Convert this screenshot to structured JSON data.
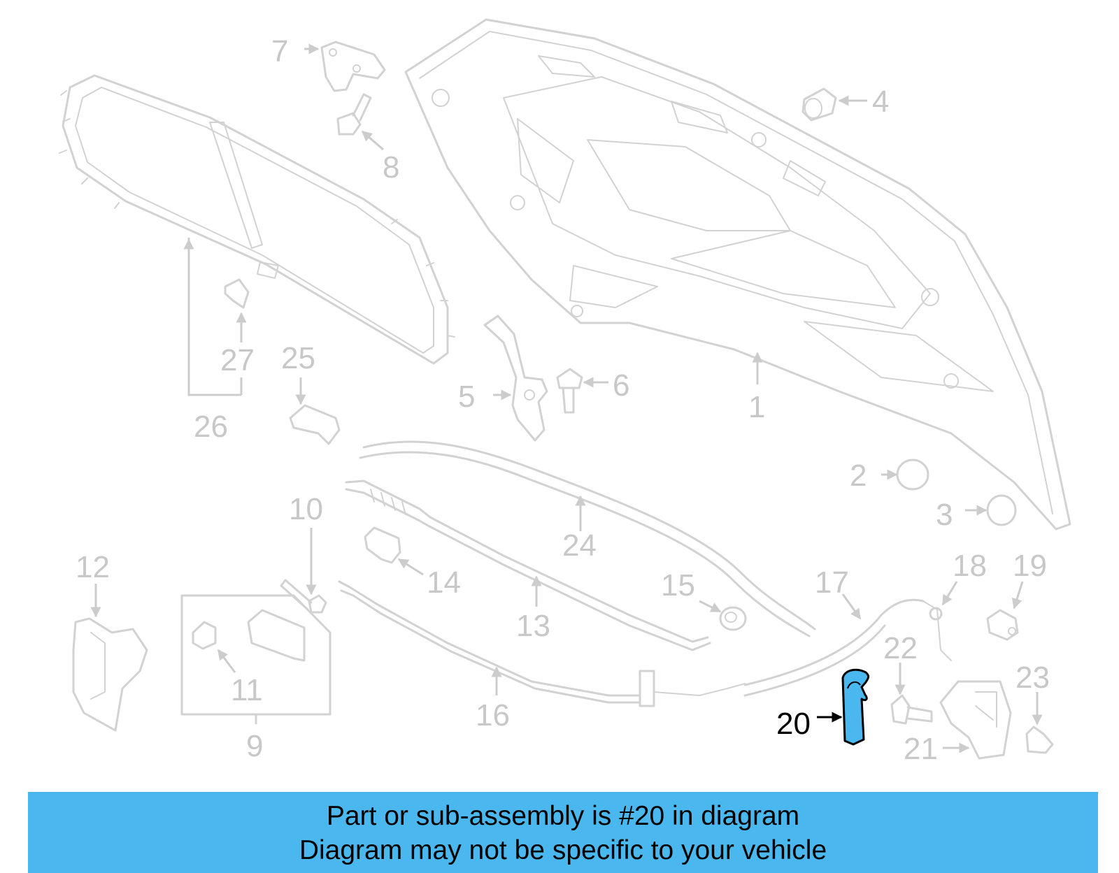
{
  "callouts": [
    "1",
    "2",
    "3",
    "4",
    "5",
    "6",
    "7",
    "8",
    "9",
    "10",
    "11",
    "12",
    "13",
    "14",
    "15",
    "16",
    "17",
    "18",
    "19",
    "20",
    "21",
    "22",
    "23",
    "24",
    "25",
    "26",
    "27"
  ],
  "highlight": {
    "number": "20",
    "color": "#4ab8ee"
  },
  "caption": {
    "line1": "Part or sub-assembly is #20 in diagram",
    "line2": "Diagram may not be specific to your vehicle"
  }
}
